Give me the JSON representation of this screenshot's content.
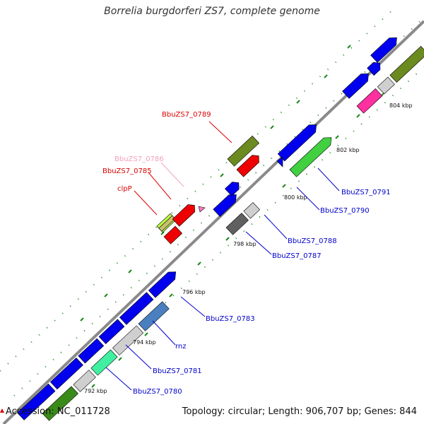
{
  "title": "Borrelia burgdorferi ZS7, complete genome",
  "footer": {
    "accession": "Accession: NC_011728",
    "summary": "Topology: circular; Length: 906,707 bp; Genes: 844"
  },
  "colors": {
    "backbone": "#7a7a7a",
    "forward_cds": "#0000ee",
    "reverse_cds": "#bdbdbd",
    "tick": "#1a8a1a",
    "label_red": "#dd0000",
    "label_pink": "#f4a0c0",
    "label_blue": "#0000cc"
  },
  "ticks": [
    "792 kbp",
    "794 kbp",
    "796 kbp",
    "798 kbp",
    "800 kbp",
    "802 kbp",
    "804 kbp"
  ],
  "genes": [
    {
      "name": "BbuZS7_0789",
      "color": "#dd0000"
    },
    {
      "name": "BbuZS7_0786",
      "color": "#f4a0c0"
    },
    {
      "name": "BbuZS7_0785",
      "color": "#dd0000"
    },
    {
      "name": "clpP",
      "color": "#dd0000"
    },
    {
      "name": "BbuZS7_0791",
      "color": "#0000cc"
    },
    {
      "name": "BbuZS7_0790",
      "color": "#0000cc"
    },
    {
      "name": "BbuZS7_0788",
      "color": "#0000cc"
    },
    {
      "name": "BbuZS7_0787",
      "color": "#0000cc"
    },
    {
      "name": "BbuZS7_0783",
      "color": "#0000cc"
    },
    {
      "name": "rnz",
      "color": "#0000cc"
    },
    {
      "name": "BbuZS7_0781",
      "color": "#0000cc"
    },
    {
      "name": "BbuZS7_0780",
      "color": "#0000cc"
    }
  ]
}
